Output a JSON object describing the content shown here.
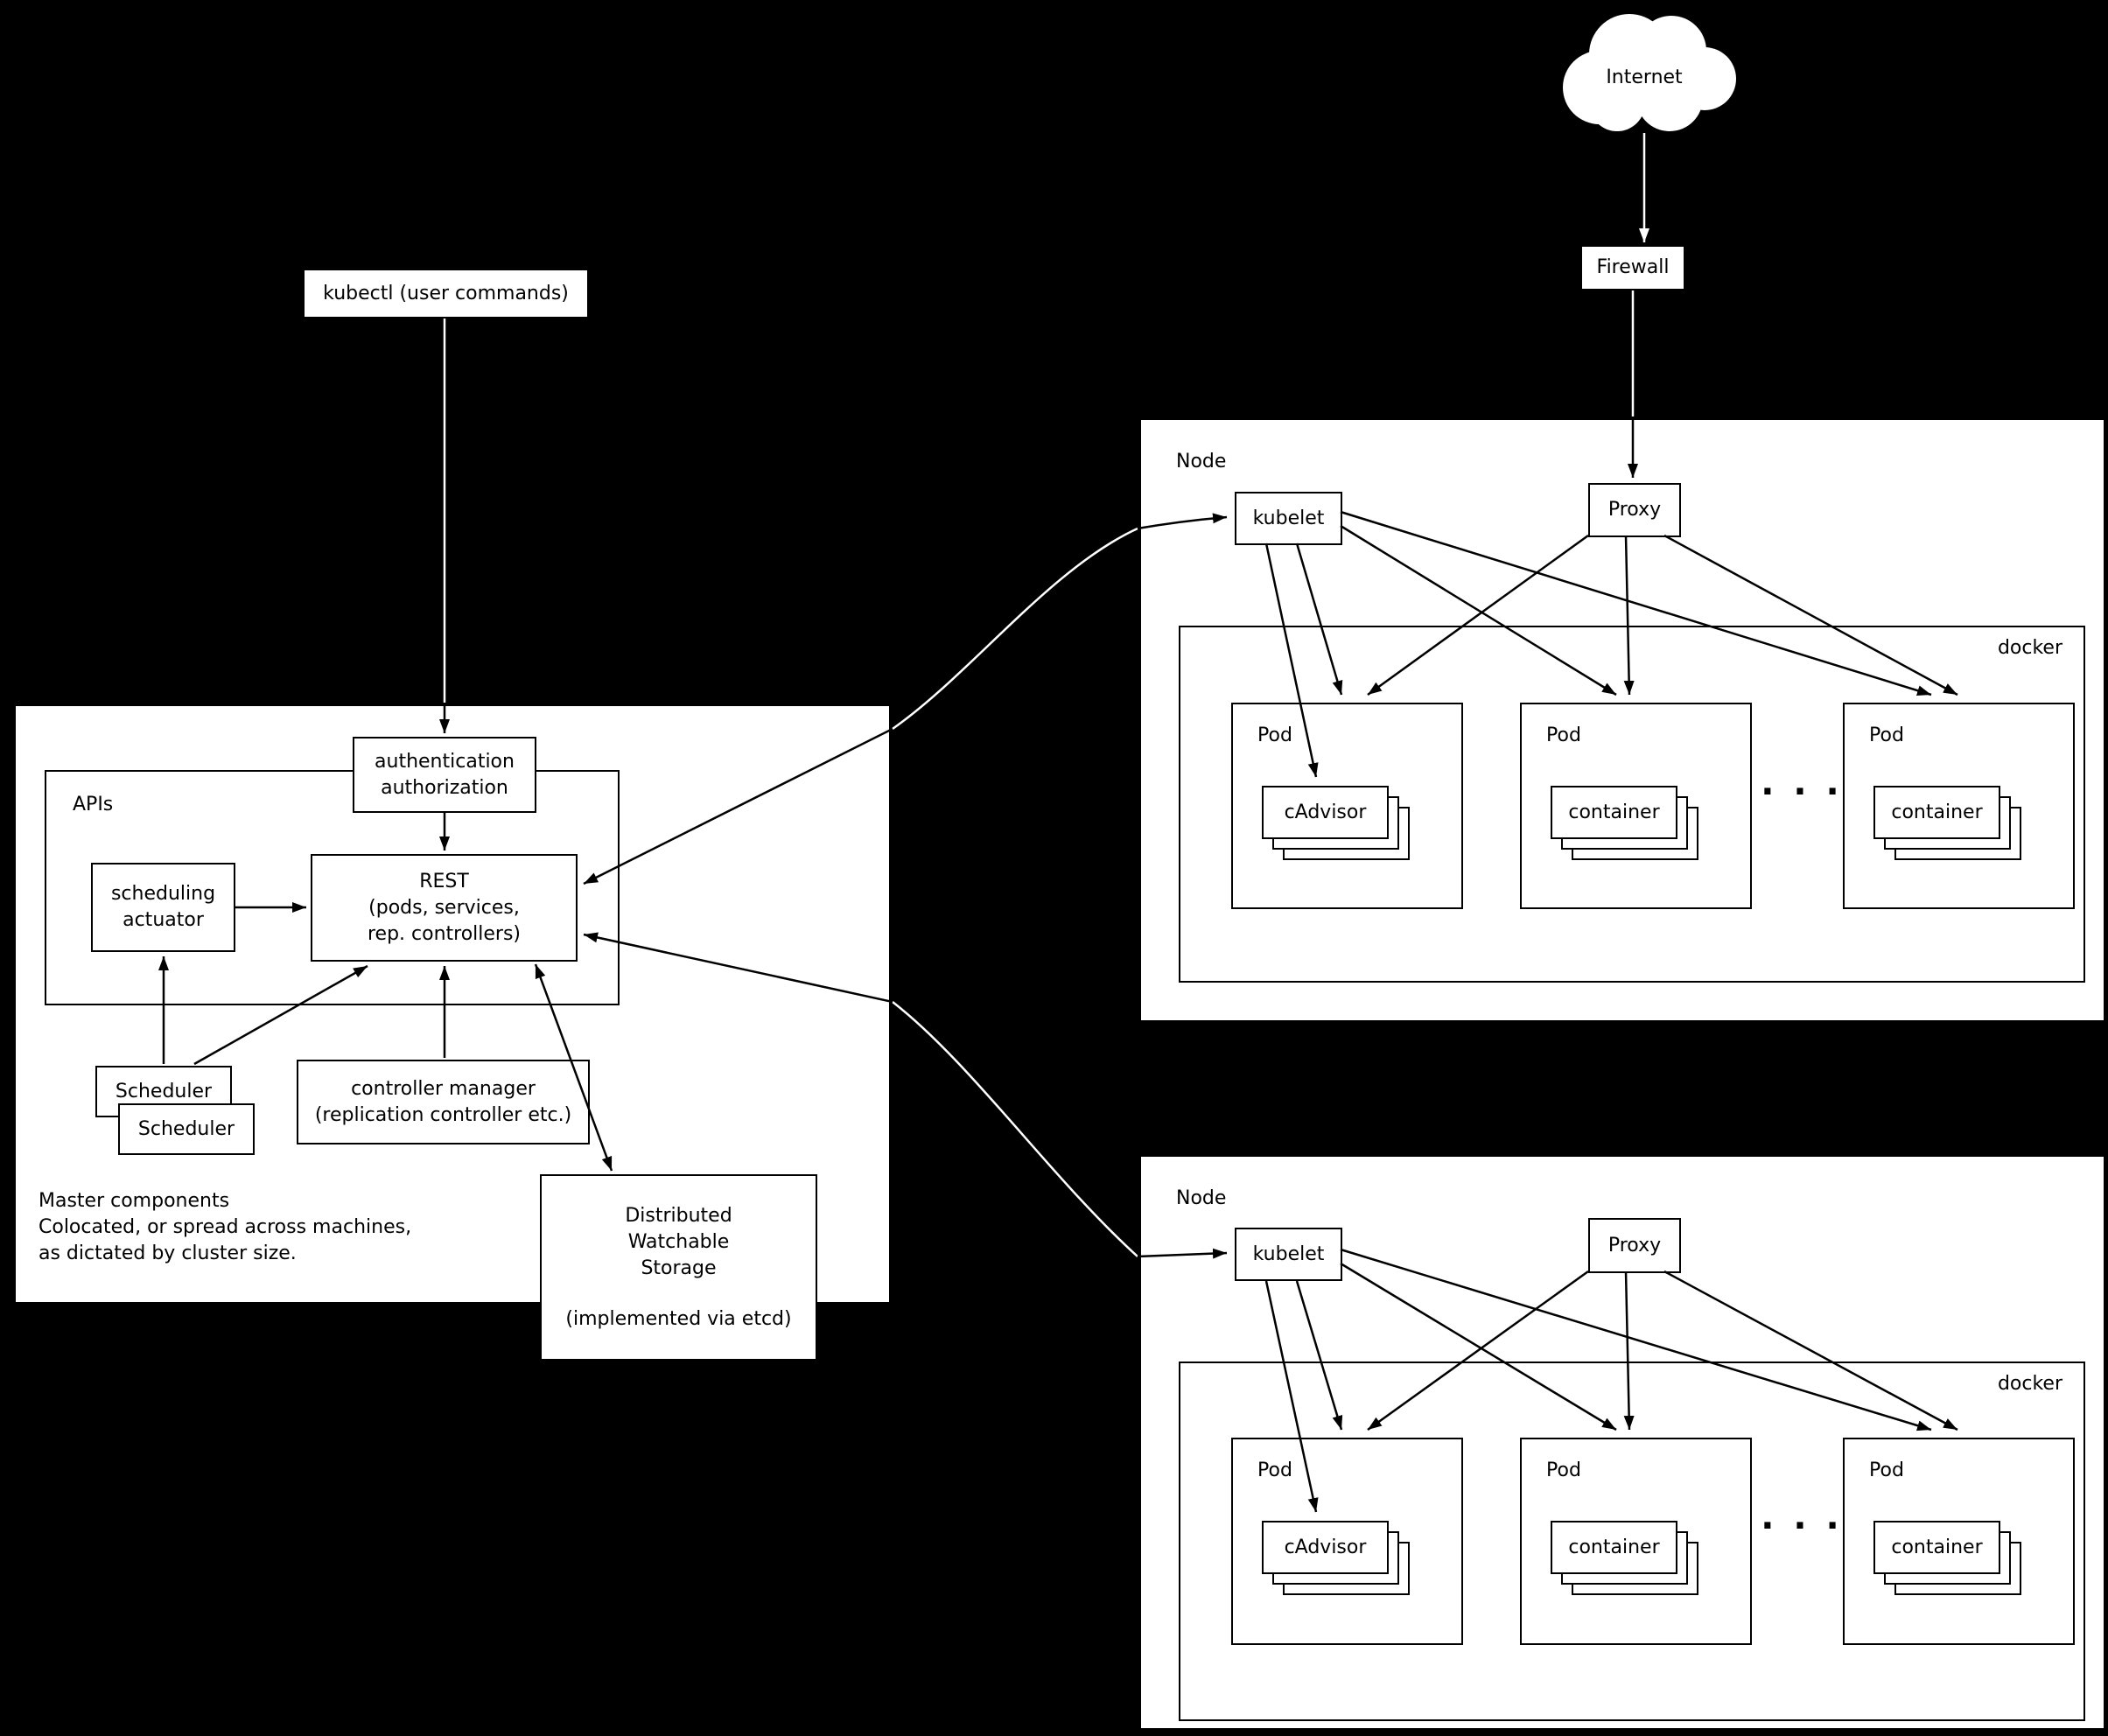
{
  "colors": {
    "background": "#000000",
    "box_fill": "#ffffff",
    "box_border": "#000000",
    "line_on_black": "#ffffff",
    "line_on_white": "#000000"
  },
  "top": {
    "kubectl_label": "kubectl (user commands)",
    "internet_label": "Internet",
    "firewall_label": "Firewall"
  },
  "master": {
    "auth_line1": "authentication",
    "auth_line2": "authorization",
    "apis_label": "APIs",
    "actuator_line1": "scheduling",
    "actuator_line2": "actuator",
    "rest_line1": "REST",
    "rest_line2": "(pods, services,",
    "rest_line3": "rep. controllers)",
    "scheduler_front_label": "Scheduler",
    "scheduler_back_label": "Scheduler",
    "controller_line1": "controller manager",
    "controller_line2": "(replication controller etc.)",
    "caption_line1": "Master components",
    "caption_line2": "Colocated, or spread across machines,",
    "caption_line3": "as dictated by cluster size.",
    "storage_line1": "Distributed",
    "storage_line2": "Watchable",
    "storage_line3": "Storage",
    "storage_line4": "(implemented via etcd)"
  },
  "nodes": [
    {
      "label": "Node",
      "kubelet_label": "kubelet",
      "proxy_label": "Proxy",
      "docker_label": "docker",
      "ellipsis": "· · ·",
      "pods": [
        {
          "label": "Pod",
          "inner_label": "cAdvisor"
        },
        {
          "label": "Pod",
          "inner_label": "container"
        },
        {
          "label": "Pod",
          "inner_label": "container"
        }
      ]
    },
    {
      "label": "Node",
      "kubelet_label": "kubelet",
      "proxy_label": "Proxy",
      "docker_label": "docker",
      "ellipsis": "· · ·",
      "pods": [
        {
          "label": "Pod",
          "inner_label": "cAdvisor"
        },
        {
          "label": "Pod",
          "inner_label": "container"
        },
        {
          "label": "Pod",
          "inner_label": "container"
        }
      ]
    }
  ]
}
